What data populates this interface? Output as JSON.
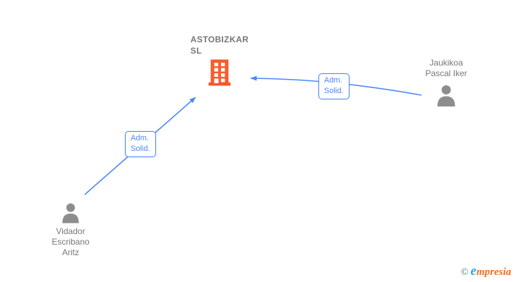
{
  "company": {
    "name_lines": [
      "ASTOBIZKAR",
      "SL"
    ]
  },
  "persons": [
    {
      "name_lines": [
        "Jaukikoa",
        "Pascal Iker"
      ]
    },
    {
      "name_lines": [
        "Vidador",
        "Escribano",
        "Aritz"
      ]
    }
  ],
  "relations": [
    {
      "from": "Jaukikoa Pascal Iker",
      "to": "ASTOBIZKAR SL",
      "label_lines": [
        "Adm.",
        "Solid."
      ]
    },
    {
      "from": "Vidador Escribano Aritz",
      "to": "ASTOBIZKAR SL",
      "label_lines": [
        "Adm.",
        "Solid."
      ]
    }
  ],
  "footer": {
    "copyright_symbol": "©",
    "brand_first_letter": "e",
    "brand_rest": "mpresia"
  },
  "colors": {
    "edge_blue": "#4b87f8",
    "node_text_gray": "#777777",
    "person_gray": "#8d8d8d",
    "building_orange": "#fa5c2e",
    "building_stroke": "#ee4f22",
    "logo_teal": "#36789f",
    "logo_light_blue": "#2aa8e0",
    "logo_orange": "#ee6d24"
  }
}
